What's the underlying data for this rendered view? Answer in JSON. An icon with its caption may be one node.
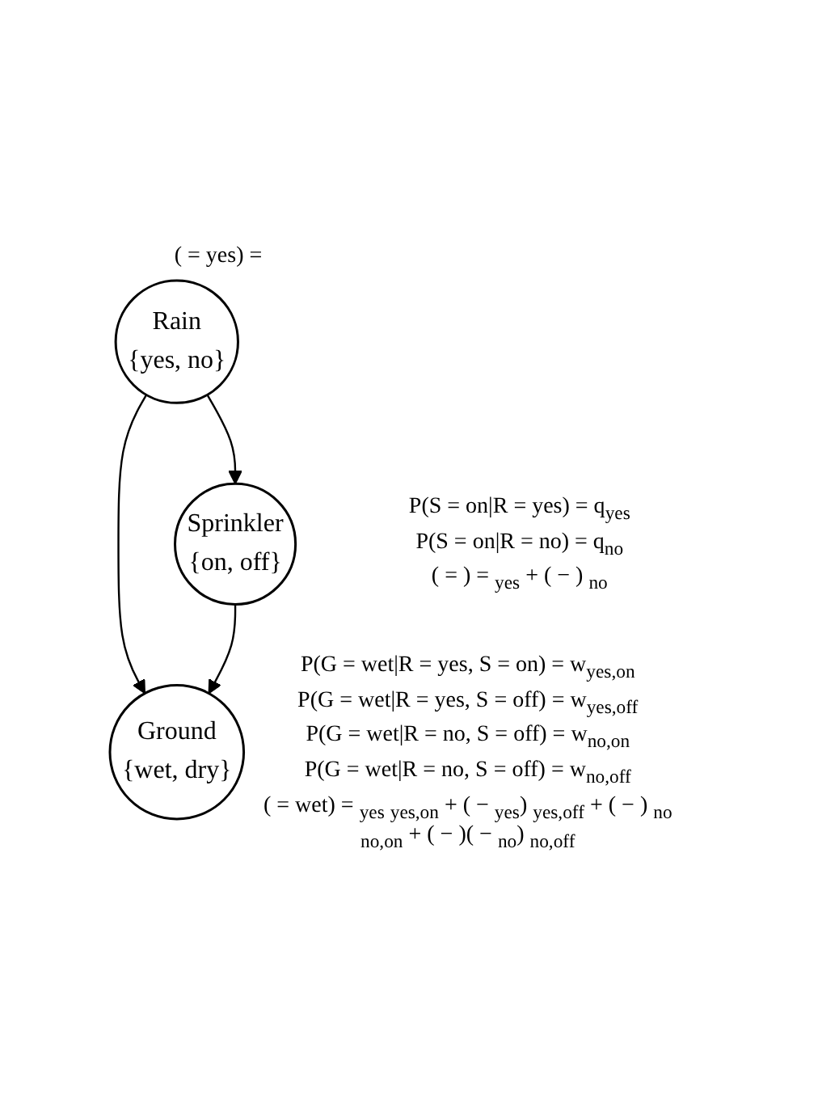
{
  "diagram": {
    "nodes": [
      {
        "text": [
          "Rain",
          "{yes, no}"
        ],
        "beside": [
          "( = yes) ="
        ]
      },
      {
        "text": [
          "Sprinkler",
          "{on, off}"
        ],
        "beside": [
          "P(S = on|R = yes) = q$_{yes}$",
          "P(S = on|R = no) = q$_{no}$",
          "( = ) = $_{yes}$ + ( − ) $_{no}$"
        ]
      },
      {
        "text": [
          "Ground",
          "{wet, dry}"
        ],
        "beside": [
          "P(G = wet|R = yes, S = on) = w$_{yes,on}$",
          "P(G = wet|R = yes, S = off) = w$_{yes,off}$",
          "P(G = wet|R = no, S = off) = w$_{no,on}$",
          "P(G = wet|R = no, S = off) = w$_{no,off}$",
          "( = wet) = $_{yes}$ $_{yes,on}$ + ( − $_{yes}$) $_{yes,off}$ + ( − ) $_{no}$ $_{no,on}$ + ( − )( − $_{no}$) $_{no,off}$"
        ]
      }
    ],
    "edges": [
      {
        "from": 0,
        "to": 1,
        "arrow": "to"
      },
      {
        "from": 0,
        "to": 2,
        "arrow": "to"
      },
      {
        "from": 1,
        "to": 2,
        "arrow": "to"
      }
    ]
  }
}
